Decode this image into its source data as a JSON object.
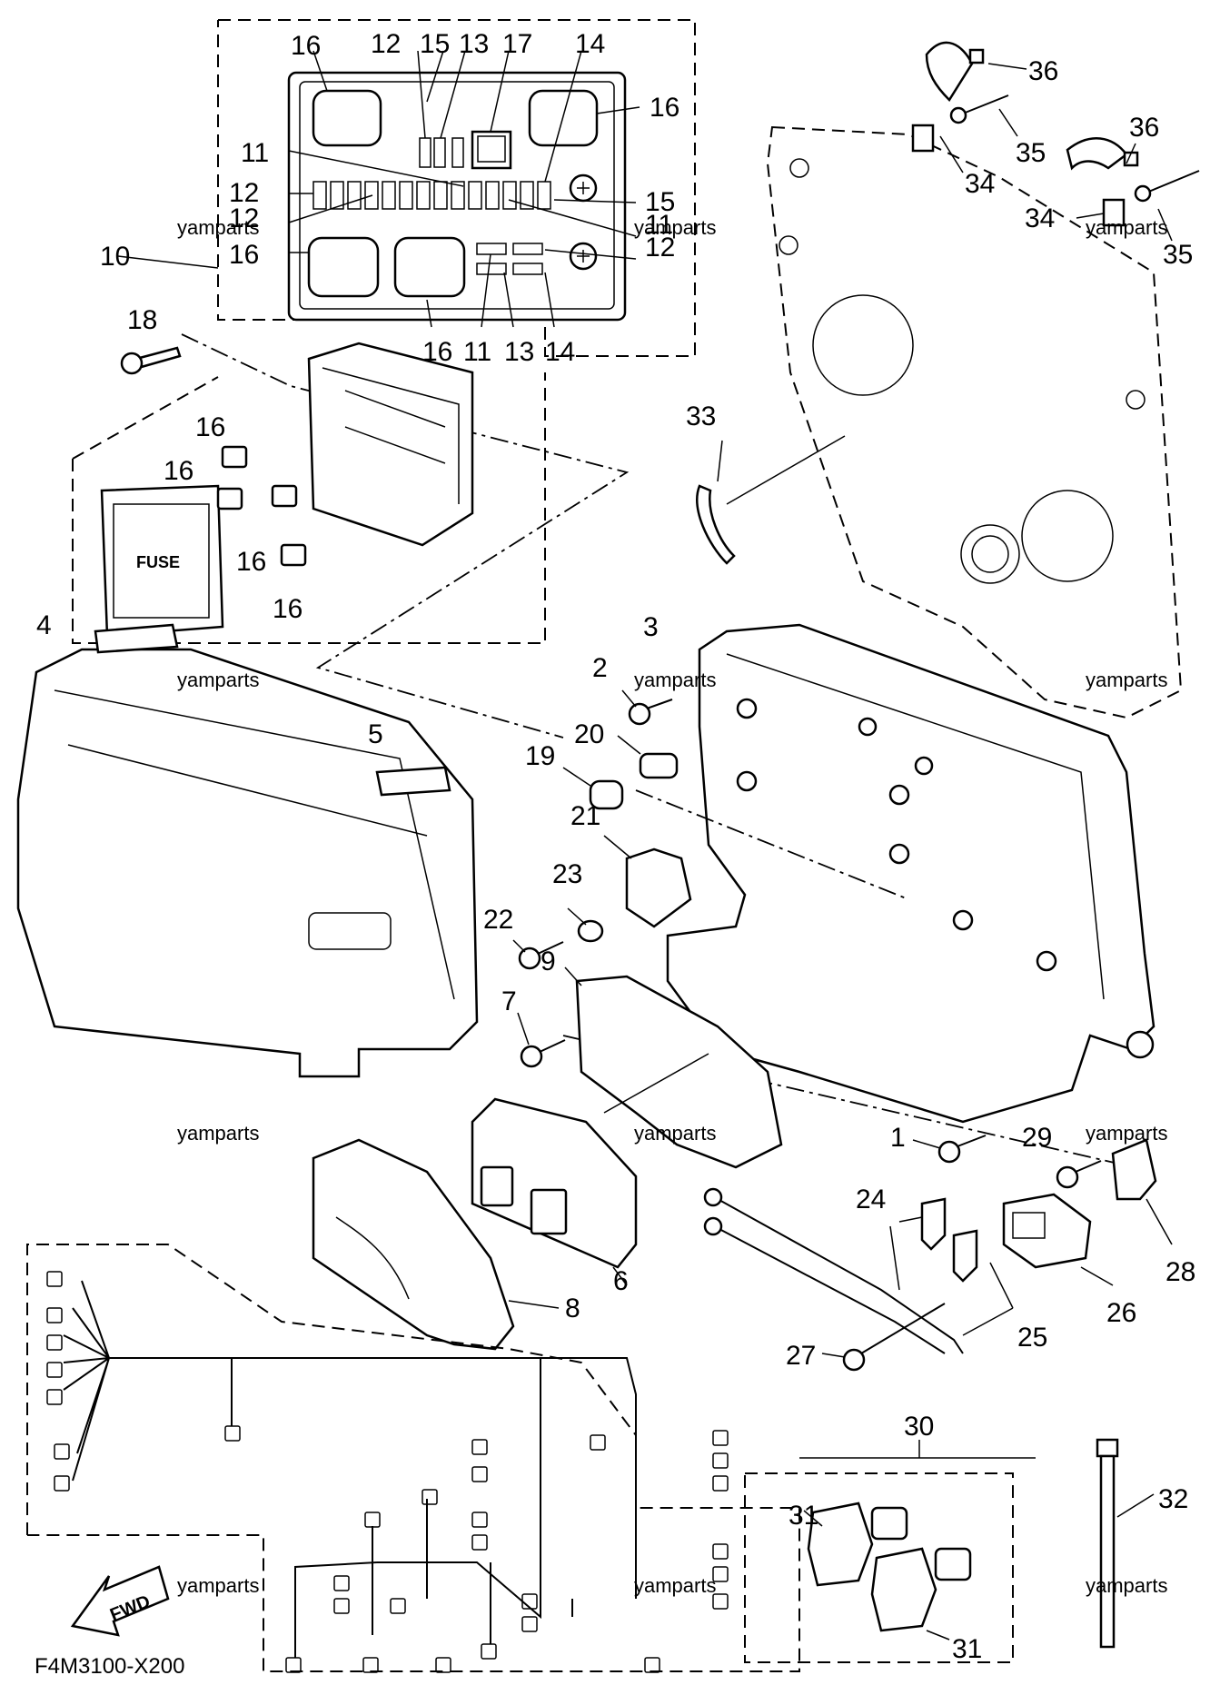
{
  "diagram_code": "F4M3100-X200",
  "watermark": "yamparts",
  "fwd_label": "FWD",
  "fuse_label": "FUSE",
  "callouts": {
    "c1": "1",
    "c2": "2",
    "c3": "3",
    "c4": "4",
    "c5": "5",
    "c6": "6",
    "c7": "7",
    "c8": "8",
    "c9": "9",
    "c10": "10",
    "c11": "11",
    "c12": "12",
    "c13": "13",
    "c14": "14",
    "c15": "15",
    "c16": "16",
    "c17": "17",
    "c18": "18",
    "c19": "19",
    "c20": "20",
    "c21": "21",
    "c22": "22",
    "c23": "23",
    "c24": "24",
    "c25": "25",
    "c26": "26",
    "c27": "27",
    "c28": "28",
    "c29": "29",
    "c30": "30",
    "c31": "31",
    "c32": "32",
    "c33": "33",
    "c34": "34",
    "c35": "35",
    "c36": "36"
  }
}
